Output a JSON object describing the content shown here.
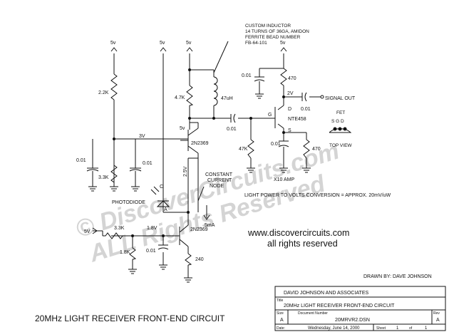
{
  "title": "20MHz LIGHT RECEIVER FRONT-END CIRCUIT",
  "watermark": {
    "line1": "© DiscoverCircuits.com",
    "line2": "ALL Rights Reserved",
    "logo": "DiscoverCircuits.com ALL Rights Reserved"
  },
  "website": {
    "url": "www.discovercircuits.com",
    "rights": "all rights reserved"
  },
  "note": "LIGHT POWER TO VOLTS CONVERSION = APPROX. 20mV/uW",
  "drawn_by": "DRAWN BY: DAVE JOHNSON",
  "inductor_note": [
    "CUSTOM INDUCTOR",
    "14 TURNS OF 36GA, AMIDON",
    "FERRITE BEAD NUMBER",
    "FB-64-101"
  ],
  "supply": "5v",
  "components": {
    "r1": "2.2K",
    "r2": "3.3K",
    "r3": "4.7K",
    "l1": "47uH",
    "r4": "470",
    "r5": "47K",
    "r6": "470",
    "r7": "3.3K",
    "r8": "1.8K",
    "r9": "240",
    "c1": "0.01",
    "c2": "0.01",
    "c3": "0.01",
    "c4": "0.01",
    "c5": "0.01",
    "c6": "0.01",
    "c7": "0.01",
    "q1": "2N2369",
    "q2": "2N2369",
    "fet": "NTE458",
    "photodiode": "PHOTODIODE"
  },
  "labels": {
    "v3": "3V",
    "v5": "5v",
    "v25": "2.5V",
    "v18": "1.8V",
    "v2": "2V",
    "vin": "5V",
    "ccn": [
      "CONSTANT",
      "CURRENT",
      "NODE"
    ],
    "ma": "5mA",
    "gain": "X10 AMP",
    "sig_out": "SIGNAL OUT",
    "fet_title": "FET",
    "fet_pins": "S G D",
    "top_view": "TOP VIEW",
    "pin_c": "C",
    "pin_a": "A",
    "pin_g": "G",
    "pin_d": "D",
    "pin_s": "S"
  },
  "title_block": {
    "company": "DAVID JOHNSON AND ASSOCIATES",
    "title_label": "Title",
    "title": "20MHz LIGHT RECEIVER FRONT-END CIRCUIT",
    "size_label": "Size",
    "size": "A",
    "doc_label": "Document Number",
    "doc": "20MRVR2.DSN",
    "rev_label": "Rev",
    "rev": "A",
    "date_label": "Date:",
    "date": "Wednesday, June 14, 2000",
    "sheet_label": "Sheet",
    "sheet": "1",
    "of_label": "of",
    "of": "1"
  }
}
